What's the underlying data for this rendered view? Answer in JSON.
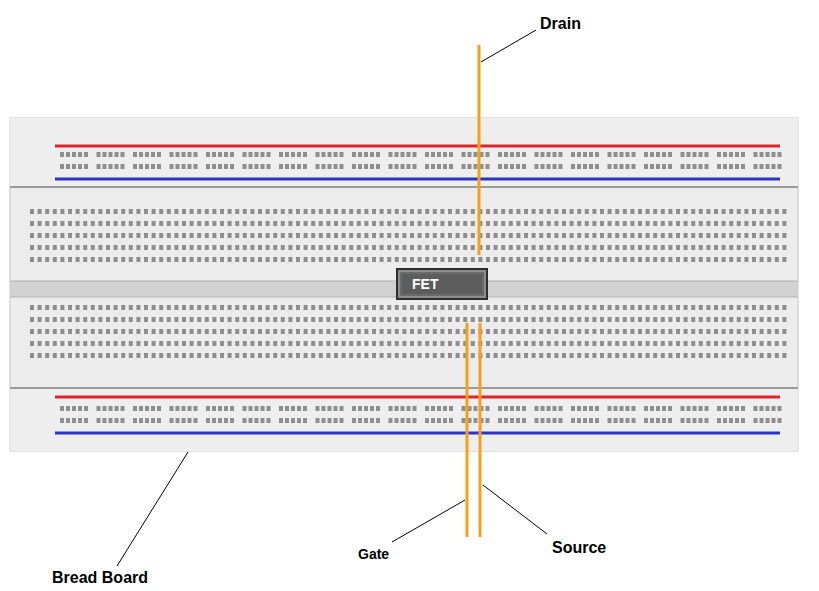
{
  "diagram": {
    "nodes": [
      {
        "text": [
          "FET"
        ]
      }
    ],
    "labels": [
      "Drain",
      "Gate",
      "Source",
      "Bread Board"
    ]
  }
}
